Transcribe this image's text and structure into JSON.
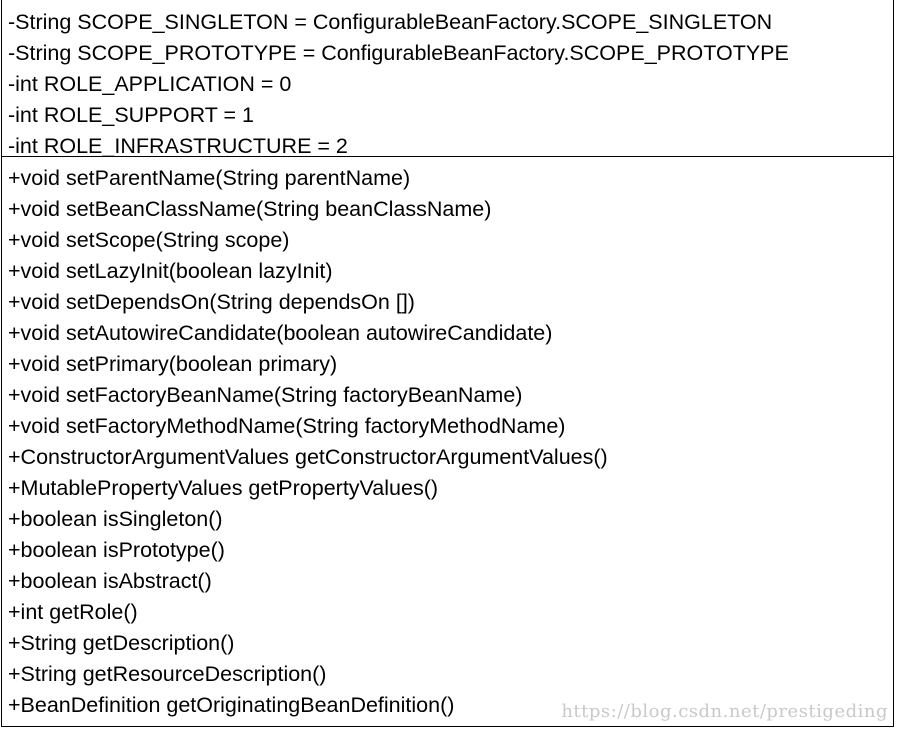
{
  "attributes": [
    "-String SCOPE_SINGLETON = ConfigurableBeanFactory.SCOPE_SINGLETON",
    "-String SCOPE_PROTOTYPE = ConfigurableBeanFactory.SCOPE_PROTOTYPE",
    "-int ROLE_APPLICATION = 0",
    "-int ROLE_SUPPORT = 1",
    "-int ROLE_INFRASTRUCTURE = 2"
  ],
  "operations": [
    "+void setParentName(String parentName)",
    "+void setBeanClassName(String beanClassName)",
    "+void setScope(String scope)",
    "+void setLazyInit(boolean lazyInit)",
    "+void setDependsOn(String dependsOn [])",
    "+void setAutowireCandidate(boolean autowireCandidate)",
    "+void setPrimary(boolean primary)",
    "+void setFactoryBeanName(String factoryBeanName)",
    "+void setFactoryMethodName(String factoryMethodName)",
    "+ConstructorArgumentValues getConstructorArgumentValues()",
    "+MutablePropertyValues getPropertyValues()",
    "+boolean isSingleton()",
    "+boolean isPrototype()",
    "+boolean isAbstract()",
    "+int getRole()",
    "+String getDescription()",
    "+String getResourceDescription()",
    "+BeanDefinition getOriginatingBeanDefinition()"
  ],
  "watermark": "https://blog.csdn.net/prestigeding"
}
